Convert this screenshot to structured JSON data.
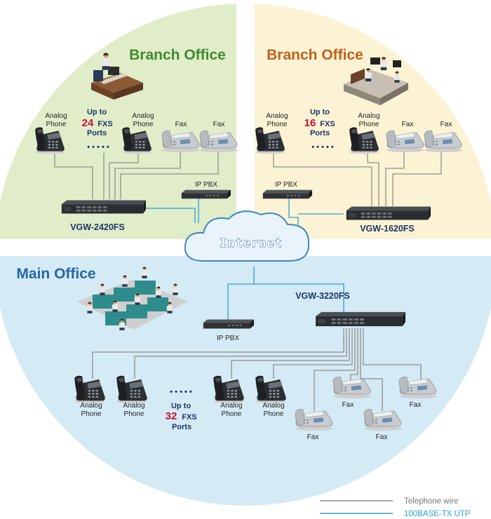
{
  "zones": {
    "branch_left": {
      "title": "Branch Office",
      "color": "#3f8a2e"
    },
    "branch_right": {
      "title": "Branch Office",
      "color": "#c0601c"
    },
    "main": {
      "title": "Main Office",
      "color": "#2567a8"
    }
  },
  "devices": {
    "vgw_left": "VGW-2420FS",
    "vgw_right": "VGW-1620FS",
    "vgw_main": "VGW-3220FS",
    "pbx_left": "IP PBX",
    "pbx_right": "IP PBX",
    "pbx_main": "IP PBX"
  },
  "cloud_label": "Internet",
  "labels": {
    "analog_line1": "Analog",
    "analog_line2": "Phone",
    "fax": "Fax",
    "ellipsis": "• • • • •"
  },
  "ports": {
    "left": {
      "up_to": "Up to",
      "count": "24",
      "fxs": "FXS",
      "ports": "Ports"
    },
    "right": {
      "up_to": "Up to",
      "count": "16",
      "fxs": "FXS",
      "ports": "Ports"
    },
    "main": {
      "up_to": "Up to",
      "count": "32",
      "fxs": "FXS",
      "ports": "Ports"
    }
  },
  "legend": {
    "telephone": {
      "label": "Telephone wire",
      "color": "#8e8e8e"
    },
    "utp": {
      "label": "100BASE-TX UTP",
      "color": "#2a9fd8"
    }
  },
  "icons": [
    "office-worker-icon",
    "office-team-icon",
    "call-center-icon",
    "analog-phone-icon",
    "fax-icon",
    "gateway-icon",
    "pbx-icon",
    "cloud-icon"
  ]
}
